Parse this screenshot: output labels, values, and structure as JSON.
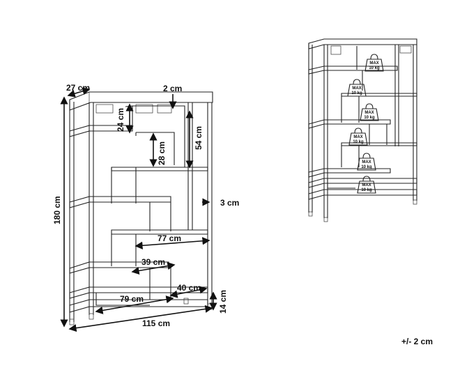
{
  "dimensions": {
    "depth": "27 cm",
    "top_gap": "2 cm",
    "upper_cubby_h": "24 cm",
    "mid_cubby_h": "28 cm",
    "tall_section_h": "54 cm",
    "side_gap": "3 cm",
    "height": "180 cm",
    "shelf_77": "77 cm",
    "shelf_39": "39 cm",
    "shelf_40": "40 cm",
    "shelf_79": "79 cm",
    "leg_h": "14 cm",
    "width": "115 cm"
  },
  "weights": [
    {
      "l1": "MAX",
      "l2": "10 kg"
    },
    {
      "l1": "MAX",
      "l2": "10 kg"
    },
    {
      "l1": "MAX",
      "l2": "10 kg"
    },
    {
      "l1": "MAX",
      "l2": "10 kg"
    },
    {
      "l1": "MAX",
      "l2": "10 kg"
    },
    {
      "l1": "MAX",
      "l2": "10 kg"
    }
  ],
  "tolerance": "+/- 2 cm"
}
